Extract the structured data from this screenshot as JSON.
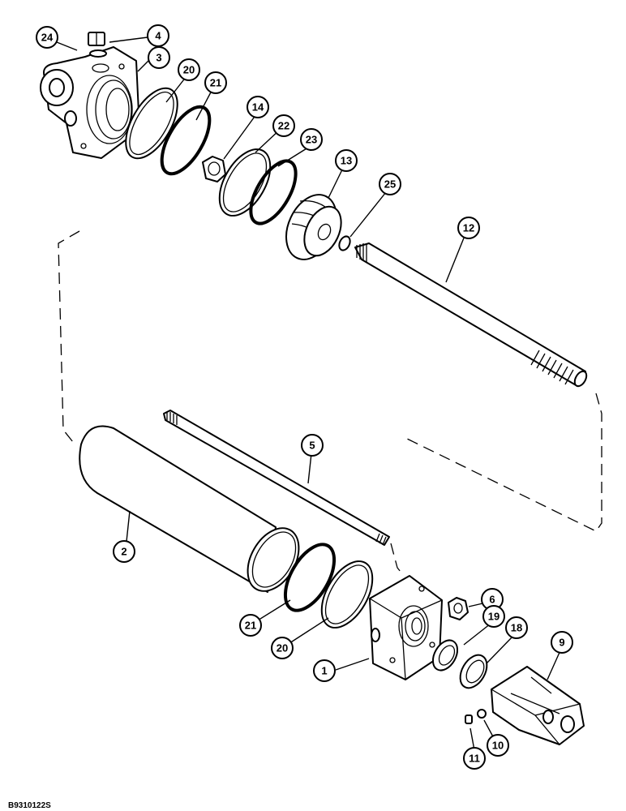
{
  "drawing_code": "B9310122S",
  "callouts": [
    {
      "id": "c24",
      "label": "24"
    },
    {
      "id": "c4",
      "label": "4"
    },
    {
      "id": "c3",
      "label": "3"
    },
    {
      "id": "c20a",
      "label": "20"
    },
    {
      "id": "c21a",
      "label": "21"
    },
    {
      "id": "c14",
      "label": "14"
    },
    {
      "id": "c22",
      "label": "22"
    },
    {
      "id": "c23",
      "label": "23"
    },
    {
      "id": "c13",
      "label": "13"
    },
    {
      "id": "c25",
      "label": "25"
    },
    {
      "id": "c12",
      "label": "12"
    },
    {
      "id": "c5",
      "label": "5"
    },
    {
      "id": "c2",
      "label": "2"
    },
    {
      "id": "c6",
      "label": "6"
    },
    {
      "id": "c19",
      "label": "19"
    },
    {
      "id": "c18",
      "label": "18"
    },
    {
      "id": "c9",
      "label": "9"
    },
    {
      "id": "c21b",
      "label": "21"
    },
    {
      "id": "c20b",
      "label": "20"
    },
    {
      "id": "c1",
      "label": "1"
    },
    {
      "id": "c11",
      "label": "11"
    },
    {
      "id": "c10",
      "label": "10"
    }
  ]
}
